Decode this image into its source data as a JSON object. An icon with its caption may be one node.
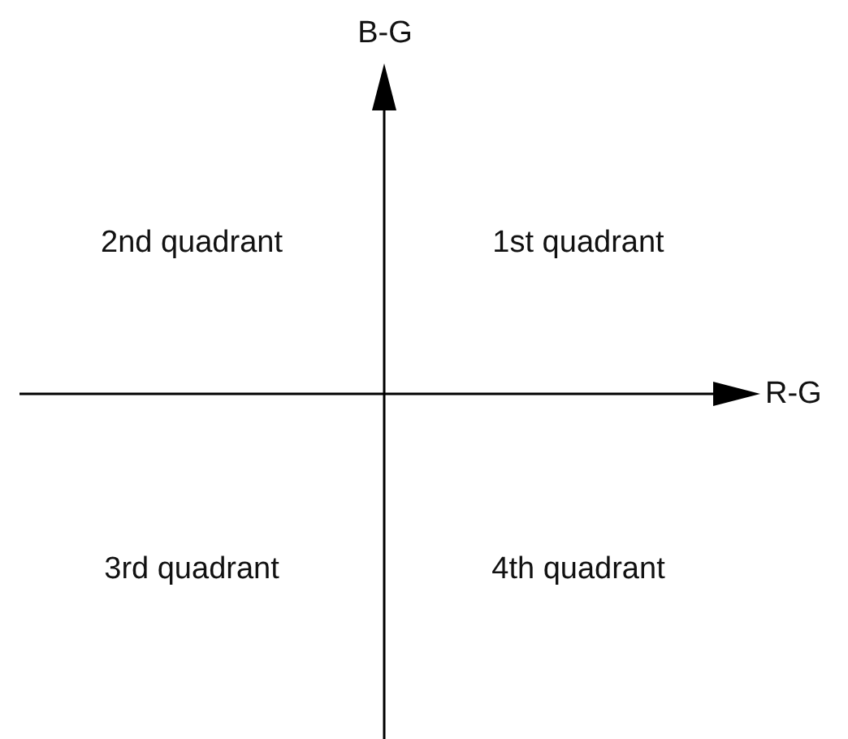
{
  "diagram": {
    "labels": [
      "B-G",
      "2nd quadrant",
      "1st quadrant",
      "R-G",
      "3rd quadrant",
      "4th quadrant"
    ]
  }
}
